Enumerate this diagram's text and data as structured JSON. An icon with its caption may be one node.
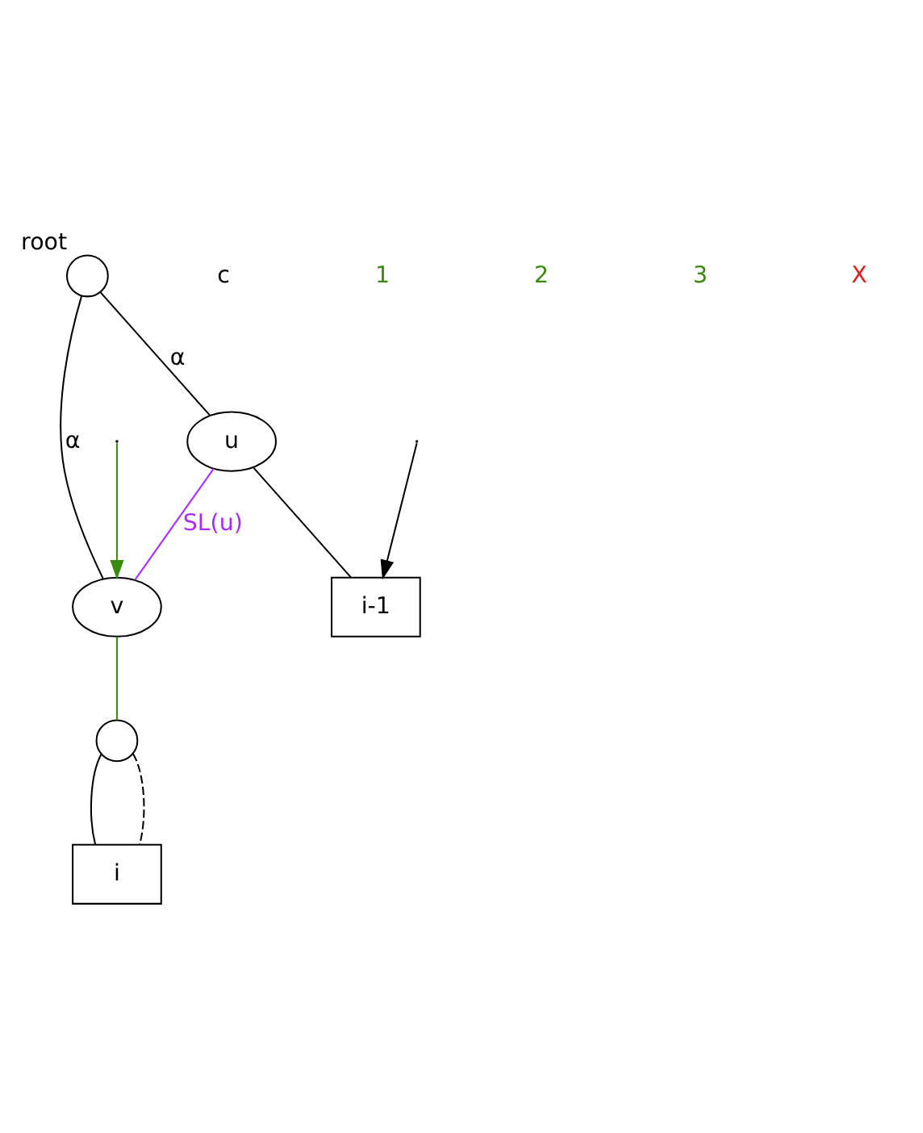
{
  "diagram": {
    "nodes": [
      {
        "text": [],
        "shape": "circle",
        "beside": [
          "root"
        ]
      },
      {
        "text": [
          "u"
        ]
      },
      {
        "text": [
          "v"
        ]
      },
      {
        "text": [],
        "shape": "circle"
      },
      {
        "text": [
          "i-1"
        ]
      },
      {
        "text": [
          "i"
        ]
      }
    ],
    "edges": [
      {
        "from": 0,
        "to": 1,
        "arrow": "none",
        "label": "α"
      },
      {
        "from": 0,
        "to": 2,
        "arrow": "none",
        "label": "α"
      },
      {
        "from": 1,
        "to": 4,
        "arrow": "none"
      },
      {
        "from": 1,
        "to": 2,
        "arrow": "none",
        "label": "SL(u)",
        "color": "#b026ff"
      },
      {
        "from": 2,
        "to": 3,
        "arrow": "none",
        "color": "#3a8a10"
      },
      {
        "from": 3,
        "to": 5,
        "arrow": "none"
      },
      {
        "from": 3,
        "to": 5,
        "arrow": "none",
        "style": "dashed"
      },
      {
        "from": null,
        "to": 2,
        "arrow": "to",
        "color": "#3a8a10"
      },
      {
        "from": null,
        "to": 4,
        "arrow": "to"
      }
    ],
    "labels": [
      "c",
      "1",
      "2",
      "3",
      "X"
    ]
  }
}
